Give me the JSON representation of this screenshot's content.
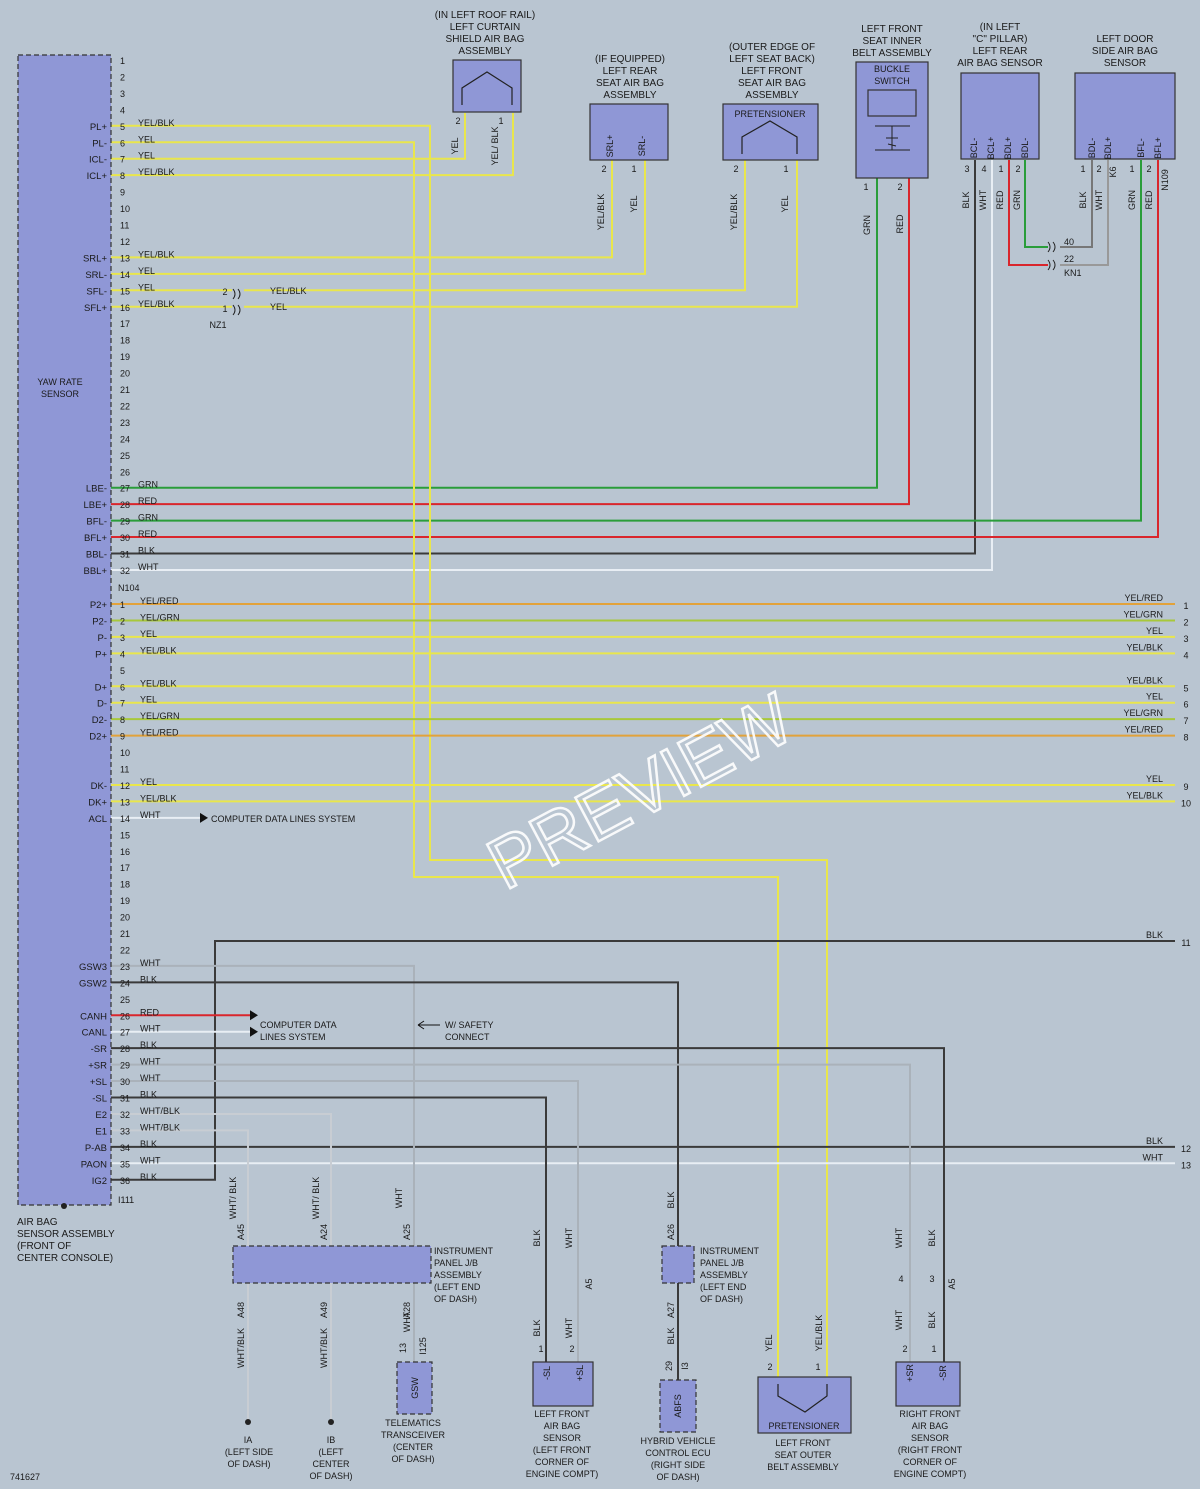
{
  "diagram_id": "741627",
  "watermark": "PREVIEW",
  "main": {
    "title": [
      "AIR BAG",
      "SENSOR ASSEMBLY",
      "(FRONT OF",
      "CENTER CONSOLE)"
    ],
    "inner_label": [
      "YAW RATE",
      "SENSOR"
    ],
    "conn_a": "N104",
    "conn_b": "I111",
    "pins_a": [
      {
        "n": "1",
        "sig": "",
        "wire": ""
      },
      {
        "n": "2",
        "sig": "",
        "wire": ""
      },
      {
        "n": "3",
        "sig": "",
        "wire": ""
      },
      {
        "n": "4",
        "sig": "",
        "wire": ""
      },
      {
        "n": "5",
        "sig": "PL+",
        "wire": "YEL/BLK"
      },
      {
        "n": "6",
        "sig": "PL-",
        "wire": "YEL"
      },
      {
        "n": "7",
        "sig": "ICL-",
        "wire": "YEL"
      },
      {
        "n": "8",
        "sig": "ICL+",
        "wire": "YEL/BLK"
      },
      {
        "n": "9",
        "sig": "",
        "wire": ""
      },
      {
        "n": "10",
        "sig": "",
        "wire": ""
      },
      {
        "n": "11",
        "sig": "",
        "wire": ""
      },
      {
        "n": "12",
        "sig": "",
        "wire": ""
      },
      {
        "n": "13",
        "sig": "SRL+",
        "wire": "YEL/BLK"
      },
      {
        "n": "14",
        "sig": "SRL-",
        "wire": "YEL"
      },
      {
        "n": "15",
        "sig": "SFL-",
        "wire": "YEL"
      },
      {
        "n": "16",
        "sig": "SFL+",
        "wire": "YEL/BLK"
      },
      {
        "n": "17",
        "sig": "",
        "wire": ""
      },
      {
        "n": "18",
        "sig": "",
        "wire": ""
      },
      {
        "n": "19",
        "sig": "",
        "wire": ""
      },
      {
        "n": "20",
        "sig": "",
        "wire": ""
      },
      {
        "n": "21",
        "sig": "",
        "wire": ""
      },
      {
        "n": "22",
        "sig": "",
        "wire": ""
      },
      {
        "n": "23",
        "sig": "",
        "wire": ""
      },
      {
        "n": "24",
        "sig": "",
        "wire": ""
      },
      {
        "n": "25",
        "sig": "",
        "wire": ""
      },
      {
        "n": "26",
        "sig": "",
        "wire": ""
      },
      {
        "n": "27",
        "sig": "LBE-",
        "wire": "GRN"
      },
      {
        "n": "28",
        "sig": "LBE+",
        "wire": "RED"
      },
      {
        "n": "29",
        "sig": "BFL-",
        "wire": "GRN"
      },
      {
        "n": "30",
        "sig": "BFL+",
        "wire": "RED"
      },
      {
        "n": "31",
        "sig": "BBL-",
        "wire": "BLK"
      },
      {
        "n": "32",
        "sig": "BBL+",
        "wire": "WHT"
      }
    ],
    "pins_b": [
      {
        "n": "1",
        "sig": "P2+",
        "wire": "YEL/RED"
      },
      {
        "n": "2",
        "sig": "P2-",
        "wire": "YEL/GRN"
      },
      {
        "n": "3",
        "sig": "P-",
        "wire": "YEL"
      },
      {
        "n": "4",
        "sig": "P+",
        "wire": "YEL/BLK"
      },
      {
        "n": "5",
        "sig": "",
        "wire": ""
      },
      {
        "n": "6",
        "sig": "D+",
        "wire": "YEL/BLK"
      },
      {
        "n": "7",
        "sig": "D-",
        "wire": "YEL"
      },
      {
        "n": "8",
        "sig": "D2-",
        "wire": "YEL/GRN"
      },
      {
        "n": "9",
        "sig": "D2+",
        "wire": "YEL/RED"
      },
      {
        "n": "10",
        "sig": "",
        "wire": ""
      },
      {
        "n": "11",
        "sig": "",
        "wire": ""
      },
      {
        "n": "12",
        "sig": "DK-",
        "wire": "YEL"
      },
      {
        "n": "13",
        "sig": "DK+",
        "wire": "YEL/BLK"
      },
      {
        "n": "14",
        "sig": "ACL",
        "wire": "WHT"
      },
      {
        "n": "15",
        "sig": "",
        "wire": ""
      },
      {
        "n": "16",
        "sig": "",
        "wire": ""
      },
      {
        "n": "17",
        "sig": "",
        "wire": ""
      },
      {
        "n": "18",
        "sig": "",
        "wire": ""
      },
      {
        "n": "19",
        "sig": "",
        "wire": ""
      },
      {
        "n": "20",
        "sig": "",
        "wire": ""
      },
      {
        "n": "21",
        "sig": "",
        "wire": ""
      },
      {
        "n": "22",
        "sig": "",
        "wire": ""
      },
      {
        "n": "23",
        "sig": "GSW3",
        "wire": "WHT"
      },
      {
        "n": "24",
        "sig": "GSW2",
        "wire": "BLK"
      },
      {
        "n": "25",
        "sig": "",
        "wire": ""
      },
      {
        "n": "26",
        "sig": "CANH",
        "wire": "RED"
      },
      {
        "n": "27",
        "sig": "CANL",
        "wire": "WHT"
      },
      {
        "n": "28",
        "sig": "-SR",
        "wire": "BLK"
      },
      {
        "n": "29",
        "sig": "+SR",
        "wire": "WHT"
      },
      {
        "n": "30",
        "sig": "+SL",
        "wire": "WHT"
      },
      {
        "n": "31",
        "sig": "-SL",
        "wire": "BLK"
      },
      {
        "n": "32",
        "sig": "E2",
        "wire": "WHT/BLK"
      },
      {
        "n": "33",
        "sig": "E1",
        "wire": "WHT/BLK"
      },
      {
        "n": "34",
        "sig": "P-AB",
        "wire": "BLK"
      },
      {
        "n": "35",
        "sig": "PAON",
        "wire": "WHT"
      },
      {
        "n": "36",
        "sig": "IG2",
        "wire": "BLK"
      }
    ]
  },
  "components": {
    "curtain": {
      "label": [
        "(IN LEFT ROOF RAIL)",
        "LEFT CURTAIN",
        "SHIELD AIR BAG",
        "ASSEMBLY"
      ],
      "pin2": "2",
      "pin1": "1",
      "wire2": "YEL",
      "wire1": "YEL/ BLK"
    },
    "rear_seat": {
      "label": [
        "(IF EQUIPPED)",
        "LEFT REAR",
        "SEAT AIR BAG",
        "ASSEMBLY"
      ],
      "sig1": "SRL+",
      "sig2": "SRL-",
      "pin2": "2",
      "pin1": "1",
      "wire2": "YEL/BLK",
      "wire1": "YEL"
    },
    "front_seat": {
      "label": [
        "(OUTER EDGE OF",
        "LEFT SEAT BACK)",
        "LEFT FRONT",
        "SEAT AIR BAG",
        "ASSEMBLY"
      ],
      "inner": "PRETENSIONER",
      "pin2": "2",
      "pin1": "1",
      "wire2": "YEL/BLK",
      "wire1": "YEL"
    },
    "buckle": {
      "label": [
        "LEFT FRONT",
        "SEAT INNER",
        "BELT ASSEMBLY"
      ],
      "inner": [
        "BUCKLE",
        "SWITCH"
      ],
      "pin1": "1",
      "pin2": "2",
      "wire1": "GRN",
      "wire2": "RED"
    },
    "c_pillar": {
      "label": [
        "(IN LEFT",
        "\"C\" PILLAR)",
        "LEFT REAR",
        "AIR BAG SENSOR"
      ],
      "sigs": [
        "BCL-",
        "BCL+",
        "BDL+",
        "BDL-"
      ],
      "pins": [
        "3",
        "4",
        "1",
        "2"
      ],
      "wires": [
        "BLK",
        "WHT",
        "RED",
        "GRN"
      ]
    },
    "door": {
      "label": [
        "LEFT DOOR",
        "SIDE AIR BAG",
        "SENSOR"
      ],
      "sigs": [
        "BDL-",
        "BDL+",
        "BFL-",
        "BFL+"
      ],
      "pins": [
        "1",
        "2",
        "1",
        "2"
      ],
      "wires": [
        "BLK",
        "WHT",
        "GRN",
        "RED"
      ],
      "conn_k6": "K6",
      "conn_n109": "N109"
    },
    "kn1": {
      "pin40": "40",
      "pin22": "22",
      "name": "KN1"
    },
    "nz1": {
      "pin2": "2",
      "pin1": "1",
      "name": "NZ1",
      "wire2": "YEL/BLK",
      "wire1": "YEL"
    },
    "outer_belt": {
      "label": [
        "LEFT FRONT",
        "SEAT OUTER",
        "BELT ASSEMBLY"
      ],
      "inner": "PRETENSIONER",
      "pin2": "2",
      "pin1": "1",
      "wire2": "YEL",
      "wire1": "YEL/BLK"
    },
    "left_front_sensor": {
      "label": [
        "LEFT FRONT",
        "AIR BAG",
        "SENSOR",
        "(LEFT FRONT",
        "CORNER OF",
        "ENGINE COMPT)"
      ],
      "sig1": "-SL",
      "sig2": "+SL",
      "pin1": "1",
      "pin2": "2",
      "wire1": "BLK",
      "wire2": "WHT",
      "conn": "A5"
    },
    "right_front_sensor": {
      "label": [
        "RIGHT FRONT",
        "AIR BAG",
        "SENSOR",
        "(RIGHT FRONT",
        "CORNER OF",
        "ENGINE COMPT)"
      ],
      "sig1": "+SR",
      "sig2": "-SR",
      "pin1": "2",
      "pin2": "1",
      "wire1": "WHT",
      "wire2": "BLK",
      "conn": "A5",
      "cpin1": "4",
      "cpin2": "3"
    },
    "jb_left": {
      "label": [
        "INSTRUMENT",
        "PANEL J/B",
        "ASSEMBLY",
        "(LEFT END",
        "OF DASH)"
      ],
      "top": [
        "A45",
        "A24",
        "A25"
      ],
      "bottom": [
        "A48",
        "A49",
        "A28"
      ],
      "wires_top": [
        "WHT/ BLK",
        "WHT/ BLK",
        "WHT"
      ],
      "wires_bottom": [
        "WHT/BLK",
        "WHT/BLK",
        "WHT"
      ]
    },
    "jb_right": {
      "label": [
        "INSTRUMENT",
        "PANEL J/B",
        "ASSEMBLY",
        "(LEFT END",
        "OF DASH)"
      ],
      "top": "A26",
      "bottom": "A27",
      "wire_top": "BLK",
      "wire_bottom": "BLK"
    },
    "telematics": {
      "label": [
        "TELEMATICS",
        "TRANSCEIVER",
        "(CENTER",
        "OF DASH)"
      ],
      "sig": "GSW",
      "pin": "13",
      "conn": "I125"
    },
    "hv_ecu": {
      "label": [
        "HYBRID VEHICLE",
        "CONTROL ECU",
        "(RIGHT SIDE",
        "OF DASH)"
      ],
      "sig": "ABFS",
      "pin": "29",
      "conn": "I3"
    },
    "grounds": [
      {
        "name": "IA",
        "label": [
          "(LEFT SIDE",
          "OF DASH)"
        ]
      },
      {
        "name": "IB",
        "label": [
          "(LEFT",
          "CENTER",
          "OF DASH)"
        ]
      }
    ]
  },
  "notes": {
    "computer_data_1": "COMPUTER DATA LINES SYSTEM",
    "computer_data_2": [
      "COMPUTER DATA",
      "LINES SYSTEM"
    ],
    "safety_connect": [
      "W/ SAFETY",
      "CONNECT"
    ]
  },
  "right_edge": [
    {
      "n": "1",
      "wire": "YEL/RED"
    },
    {
      "n": "2",
      "wire": "YEL/GRN"
    },
    {
      "n": "3",
      "wire": "YEL"
    },
    {
      "n": "4",
      "wire": "YEL/BLK"
    },
    {
      "n": "5",
      "wire": "YEL/BLK"
    },
    {
      "n": "6",
      "wire": "YEL"
    },
    {
      "n": "7",
      "wire": "YEL/GRN"
    },
    {
      "n": "8",
      "wire": "YEL/RED"
    },
    {
      "n": "9",
      "wire": "YEL"
    },
    {
      "n": "10",
      "wire": "YEL/BLK"
    },
    {
      "n": "11",
      "wire": "BLK"
    },
    {
      "n": "12",
      "wire": "BLK"
    },
    {
      "n": "13",
      "wire": "WHT"
    }
  ],
  "colors": {
    "YEL": "#e9e64c",
    "RED": "#d9262c",
    "GRN": "#2a9d3a",
    "BLK": "#3a3a3a",
    "WHT": "#e8eef4",
    "YELRED": "#e2a23a",
    "YELGRN": "#a8c83a"
  }
}
